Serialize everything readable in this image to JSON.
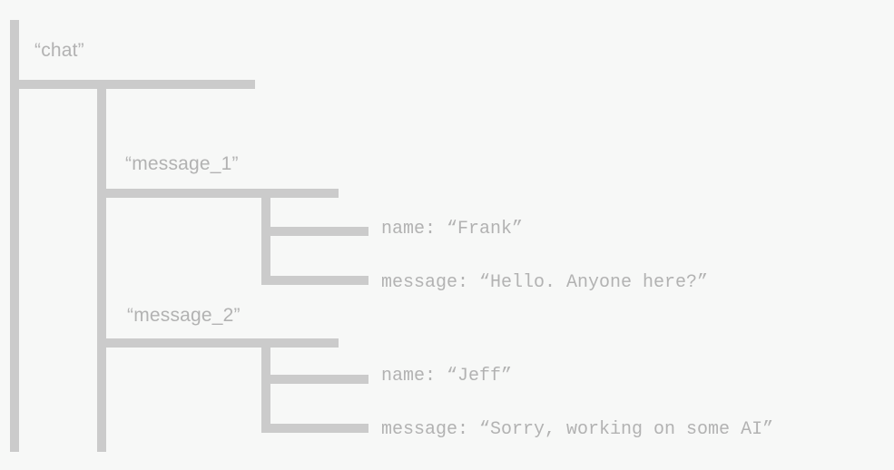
{
  "diagram": {
    "type": "json-object-tree",
    "background_color": "#f7f8f7",
    "line_color": "#cbcbcb",
    "text_color": "#b2b2b2",
    "root": {
      "label": "“chat”",
      "children": [
        {
          "label": "“message_1”",
          "leaves": [
            {
              "text": "name: “Frank”"
            },
            {
              "text": "message: “Hello. Anyone here?”"
            }
          ]
        },
        {
          "label": "“message_2”",
          "leaves": [
            {
              "text": "name: “Jeff”"
            },
            {
              "text": "message: “Sorry, working on some AI”"
            }
          ]
        }
      ]
    }
  }
}
